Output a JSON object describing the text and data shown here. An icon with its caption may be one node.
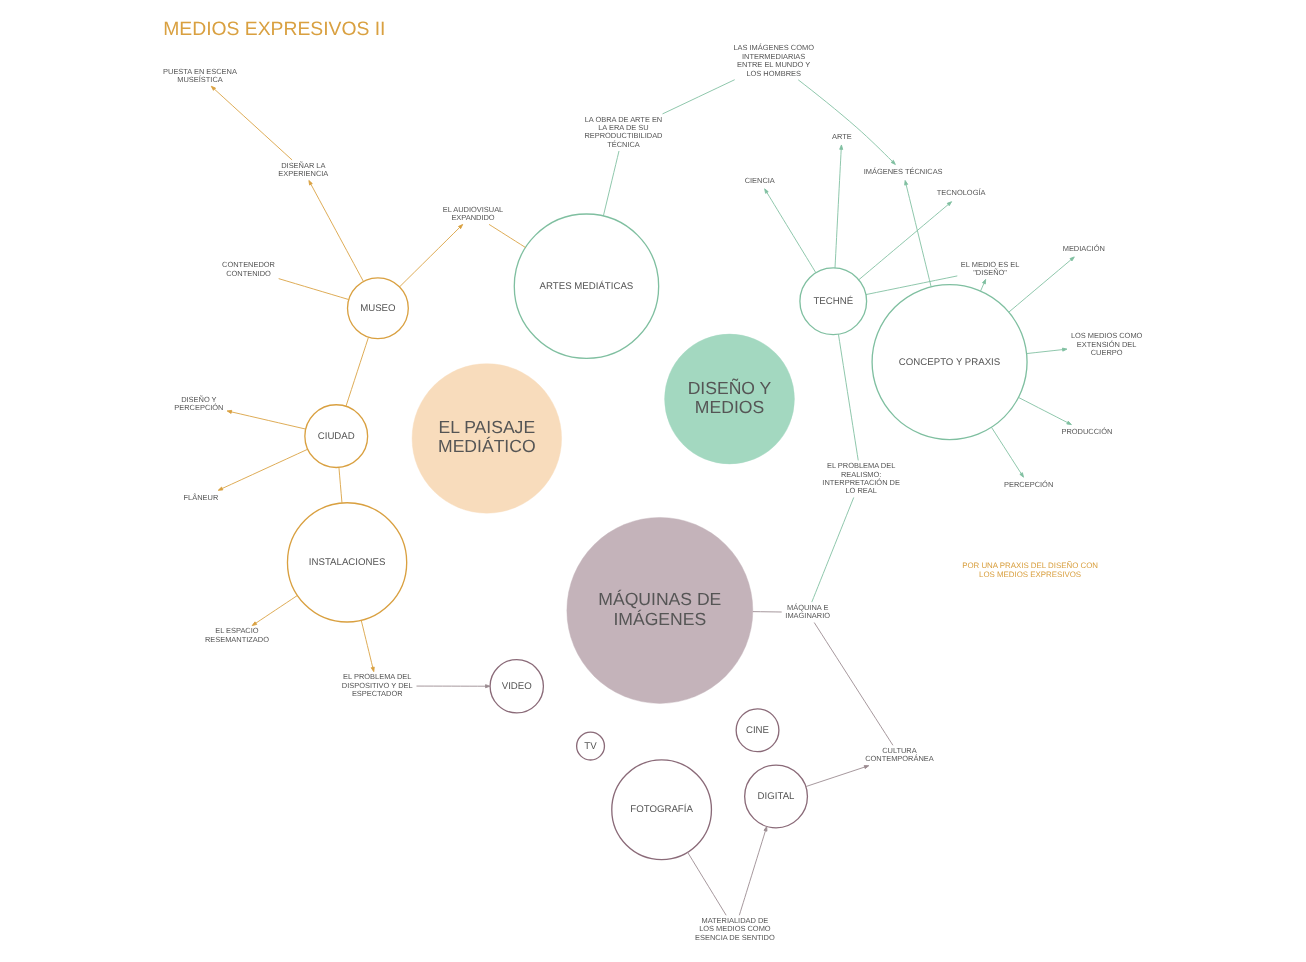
{
  "diagram": {
    "title": "MEDIOS EXPRESIVOS II",
    "nodes": [
      {
        "text": [
          "EL PAISAJE MEDIÁTICO"
        ]
      },
      {
        "text": [
          "MÁQUINAS DE IMÁGENES"
        ]
      },
      {
        "text": [
          "DISEÑO Y MEDIOS"
        ]
      },
      {
        "text": [
          "INSTALACIONES"
        ]
      },
      {
        "text": [
          "CIUDAD"
        ]
      },
      {
        "text": [
          "MUSEO"
        ]
      },
      {
        "text": [
          "ARTES MEDIÁTICAS"
        ]
      },
      {
        "text": [
          "VIDEO"
        ]
      },
      {
        "text": [
          "TV"
        ]
      },
      {
        "text": [
          "CINE"
        ]
      },
      {
        "text": [
          "FOTOGRAFÍA"
        ]
      },
      {
        "text": [
          "DIGITAL"
        ]
      },
      {
        "text": [
          "CONCEPTO Y PRAXIS"
        ]
      },
      {
        "text": [
          "TECHNÉ"
        ]
      },
      {
        "text": [
          "EL ESPACIO RESEMANTIZADO"
        ]
      },
      {
        "text": [
          "DISEÑO Y PERCEPCIÓN"
        ]
      },
      {
        "text": [
          "FLÂNEUR"
        ]
      },
      {
        "text": [
          "DISEÑAR LA EXPERIENCIA"
        ]
      },
      {
        "text": [
          "PUESTA EN ESCENA MUSEÍSTICA"
        ]
      },
      {
        "text": [
          "CONTENEDOR CONTENIDO"
        ]
      },
      {
        "text": [
          "EL AUDIOVISUAL EXPANDIDO"
        ]
      },
      {
        "text": [
          "EL PROBLEMA DEL DISPOSITIVO Y DEL ESPECTADOR"
        ]
      },
      {
        "text": [
          "MATERIALIDAD DE LOS MEDIOS COMO ESENCIA DE SENTIDO"
        ]
      },
      {
        "text": [
          "MÁQUINA E IMAGINARIO"
        ]
      },
      {
        "text": [
          "EL PROBLEMA DEL REALISMO: INTERPRETACIÓN DE LO REAL"
        ]
      },
      {
        "text": [
          "EL MEDIO ES EL \"DISEÑO\""
        ]
      },
      {
        "text": [
          "LOS MEDIOS COMO EXTENSIÓN DEL CUERPO"
        ]
      },
      {
        "text": [
          "LAS IMÁGENES COMO INTERMEDIARIAS ENTRE EL MUNDO Y LOS HOMBRES"
        ]
      },
      {
        "text": [
          "PERCEPCIÓN"
        ]
      },
      {
        "text": [
          "PRODUCCIÓN"
        ]
      },
      {
        "text": [
          "MEDIACIÓN"
        ]
      },
      {
        "text": [
          "IMÁGENES TÉCNICAS"
        ]
      },
      {
        "text": [
          "TECNOLOGÍA"
        ]
      },
      {
        "text": [
          "CIENCIA"
        ]
      },
      {
        "text": [
          "ARTE"
        ]
      },
      {
        "text": [
          "CULTURA CONTEMPORÁNEA"
        ]
      },
      {
        "text": [
          "LA OBRA DE ARTE EN LA ERA DE SU REPRODUCTIBILIDAD TÉCNICA"
        ]
      }
    ],
    "edges": [
      {
        "from": 3,
        "to": 14,
        "arrow": "to",
        "color": "#d9a040"
      },
      {
        "from": 4,
        "to": 3,
        "arrow": "none",
        "color": "#d9a040"
      },
      {
        "from": 4,
        "to": 15,
        "arrow": "to",
        "color": "#d9a040"
      },
      {
        "from": 4,
        "to": 16,
        "arrow": "to",
        "color": "#d9a040"
      },
      {
        "from": 4,
        "to": 5,
        "arrow": "none",
        "color": "#d9a040"
      },
      {
        "from": 5,
        "to": 17,
        "arrow": "to",
        "color": "#d9a040"
      },
      {
        "from": 17,
        "to": 18,
        "arrow": "to",
        "color": "#d9a040"
      },
      {
        "from": 5,
        "to": 19,
        "arrow": "none",
        "color": "#d9a040"
      },
      {
        "from": 5,
        "to": 20,
        "arrow": "to",
        "color": "#d9a040"
      },
      {
        "from": 20,
        "to": 6,
        "arrow": "none",
        "color": "#d9a040"
      },
      {
        "from": 3,
        "to": 21,
        "arrow": "to",
        "color": "#d9a040"
      },
      {
        "from": 21,
        "to": 7,
        "arrow": "to"
      },
      {
        "from": 10,
        "to": 22,
        "arrow": "none"
      },
      {
        "from": 22,
        "to": 11,
        "arrow": "to"
      },
      {
        "from": 11,
        "to": 35,
        "arrow": "to"
      },
      {
        "from": 1,
        "to": 23,
        "arrow": "none"
      },
      {
        "from": 23,
        "to": 35,
        "arrow": "none"
      },
      {
        "from": 23,
        "to": 24,
        "arrow": "none",
        "color": "#7fbfa0"
      },
      {
        "from": 6,
        "to": 36,
        "arrow": "none",
        "color": "#7fbfa0"
      },
      {
        "from": 36,
        "to": 27,
        "arrow": "none",
        "color": "#7fbfa0"
      },
      {
        "from": 12,
        "to": 28,
        "arrow": "to",
        "color": "#7fbfa0"
      },
      {
        "from": 12,
        "to": 29,
        "arrow": "to",
        "color": "#7fbfa0"
      },
      {
        "from": 12,
        "to": 30,
        "arrow": "to",
        "color": "#7fbfa0"
      },
      {
        "from": 12,
        "to": 26,
        "arrow": "to",
        "color": "#7fbfa0"
      },
      {
        "from": 12,
        "to": 25,
        "arrow": "to",
        "color": "#7fbfa0"
      },
      {
        "from": 12,
        "to": 31,
        "arrow": "to",
        "color": "#7fbfa0"
      },
      {
        "from": 27,
        "to": 31,
        "arrow": "to",
        "color": "#7fbfa0"
      },
      {
        "from": 13,
        "to": 25,
        "arrow": "none",
        "color": "#7fbfa0"
      },
      {
        "from": 13,
        "to": 24,
        "arrow": "none",
        "color": "#7fbfa0"
      },
      {
        "from": 13,
        "to": 32,
        "arrow": "to",
        "color": "#7fbfa0"
      },
      {
        "from": 13,
        "to": 33,
        "arrow": "to",
        "color": "#7fbfa0"
      },
      {
        "from": 13,
        "to": 34,
        "arrow": "to",
        "color": "#7fbfa0"
      }
    ],
    "labels": [
      "POR UNA PRAXIS DEL DISEÑO CON LOS MEDIOS EXPRESIVOS"
    ]
  }
}
